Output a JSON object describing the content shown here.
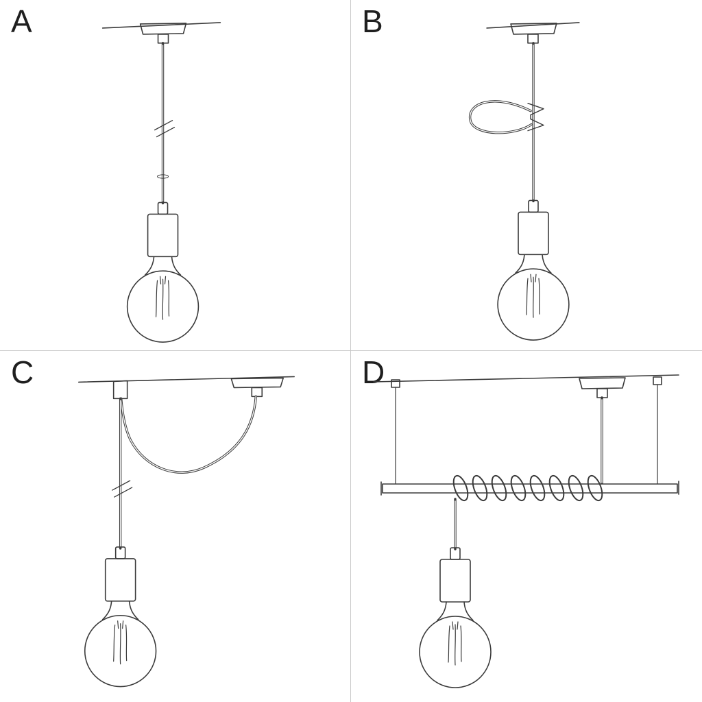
{
  "page": {
    "background_color": "#ffffff",
    "ink_color": "#3a3a3a",
    "divider_color": "#c8c8c8"
  },
  "panels": [
    {
      "label": "A",
      "illustration": "pendant-straight-cable-illustration"
    },
    {
      "label": "B",
      "illustration": "pendant-cable-loop-clip-illustration"
    },
    {
      "label": "C",
      "illustration": "pendant-swag-ceiling-hook-illustration"
    },
    {
      "label": "D",
      "illustration": "pendant-coiled-on-suspended-bar-illustration"
    }
  ]
}
